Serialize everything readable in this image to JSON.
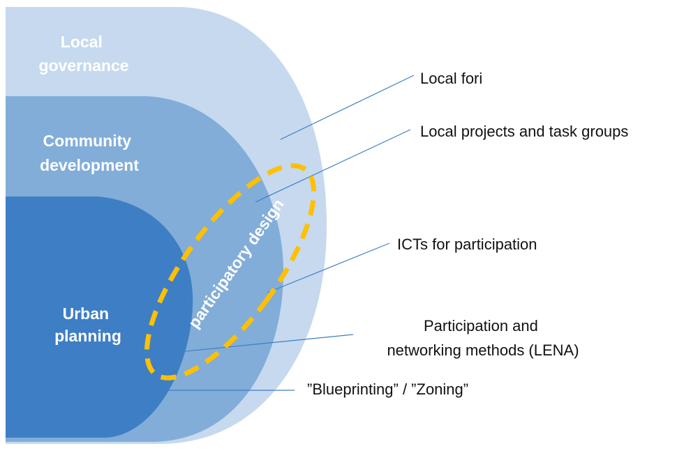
{
  "colors": {
    "outer_layer": "#C6D9EE",
    "middle_layer": "#82ADD8",
    "inner_layer": "#3E7EC4",
    "highlight_ellipse": "#FFC000",
    "leader_line": "#3E7EC4",
    "label_text": "#111111",
    "layer_text": "#FFFFFF"
  },
  "layers": [
    {
      "id": "local-governance",
      "lines": [
        "Local",
        "governance"
      ]
    },
    {
      "id": "community-development",
      "lines": [
        "Community",
        "development"
      ]
    },
    {
      "id": "urban-planning",
      "lines": [
        "Urban",
        "planning"
      ]
    }
  ],
  "highlight": {
    "label": "participatory design"
  },
  "callouts": [
    {
      "id": "local-fori",
      "lines": [
        "Local fori"
      ]
    },
    {
      "id": "local-projects",
      "lines": [
        "Local projects and task groups"
      ]
    },
    {
      "id": "icts",
      "lines": [
        "ICTs for participation"
      ]
    },
    {
      "id": "lena",
      "lines": [
        "Participation and",
        "networking methods (LENA)"
      ]
    },
    {
      "id": "blueprinting",
      "lines": [
        "”Blueprinting” / ”Zoning”"
      ]
    }
  ]
}
